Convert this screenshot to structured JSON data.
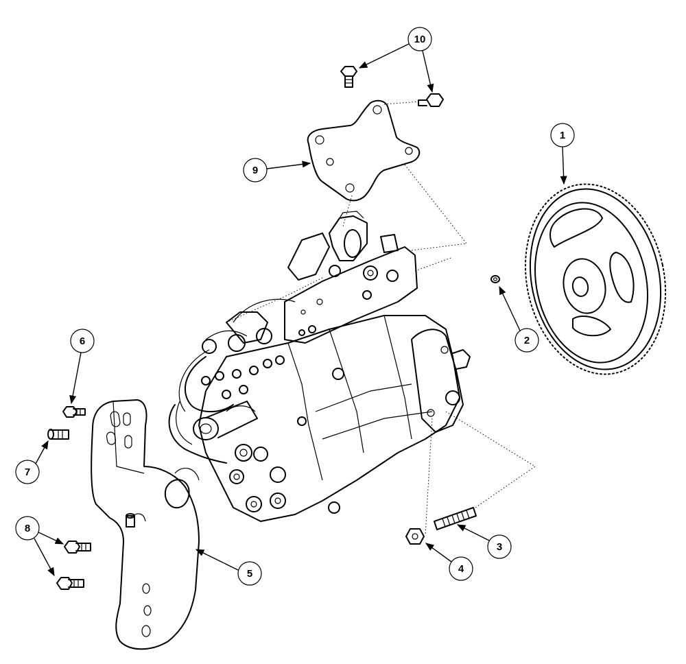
{
  "diagram": {
    "callouts": [
      {
        "id": "c1",
        "label": "1"
      },
      {
        "id": "c2",
        "label": "2"
      },
      {
        "id": "c3",
        "label": "3"
      },
      {
        "id": "c4",
        "label": "4"
      },
      {
        "id": "c5",
        "label": "5"
      },
      {
        "id": "c6",
        "label": "6"
      },
      {
        "id": "c7",
        "label": "7"
      },
      {
        "id": "c8",
        "label": "8"
      },
      {
        "id": "c9",
        "label": "9"
      },
      {
        "id": "c10",
        "label": "10"
      }
    ],
    "colors": {
      "ink": "#000000",
      "paper": "#ffffff"
    }
  }
}
